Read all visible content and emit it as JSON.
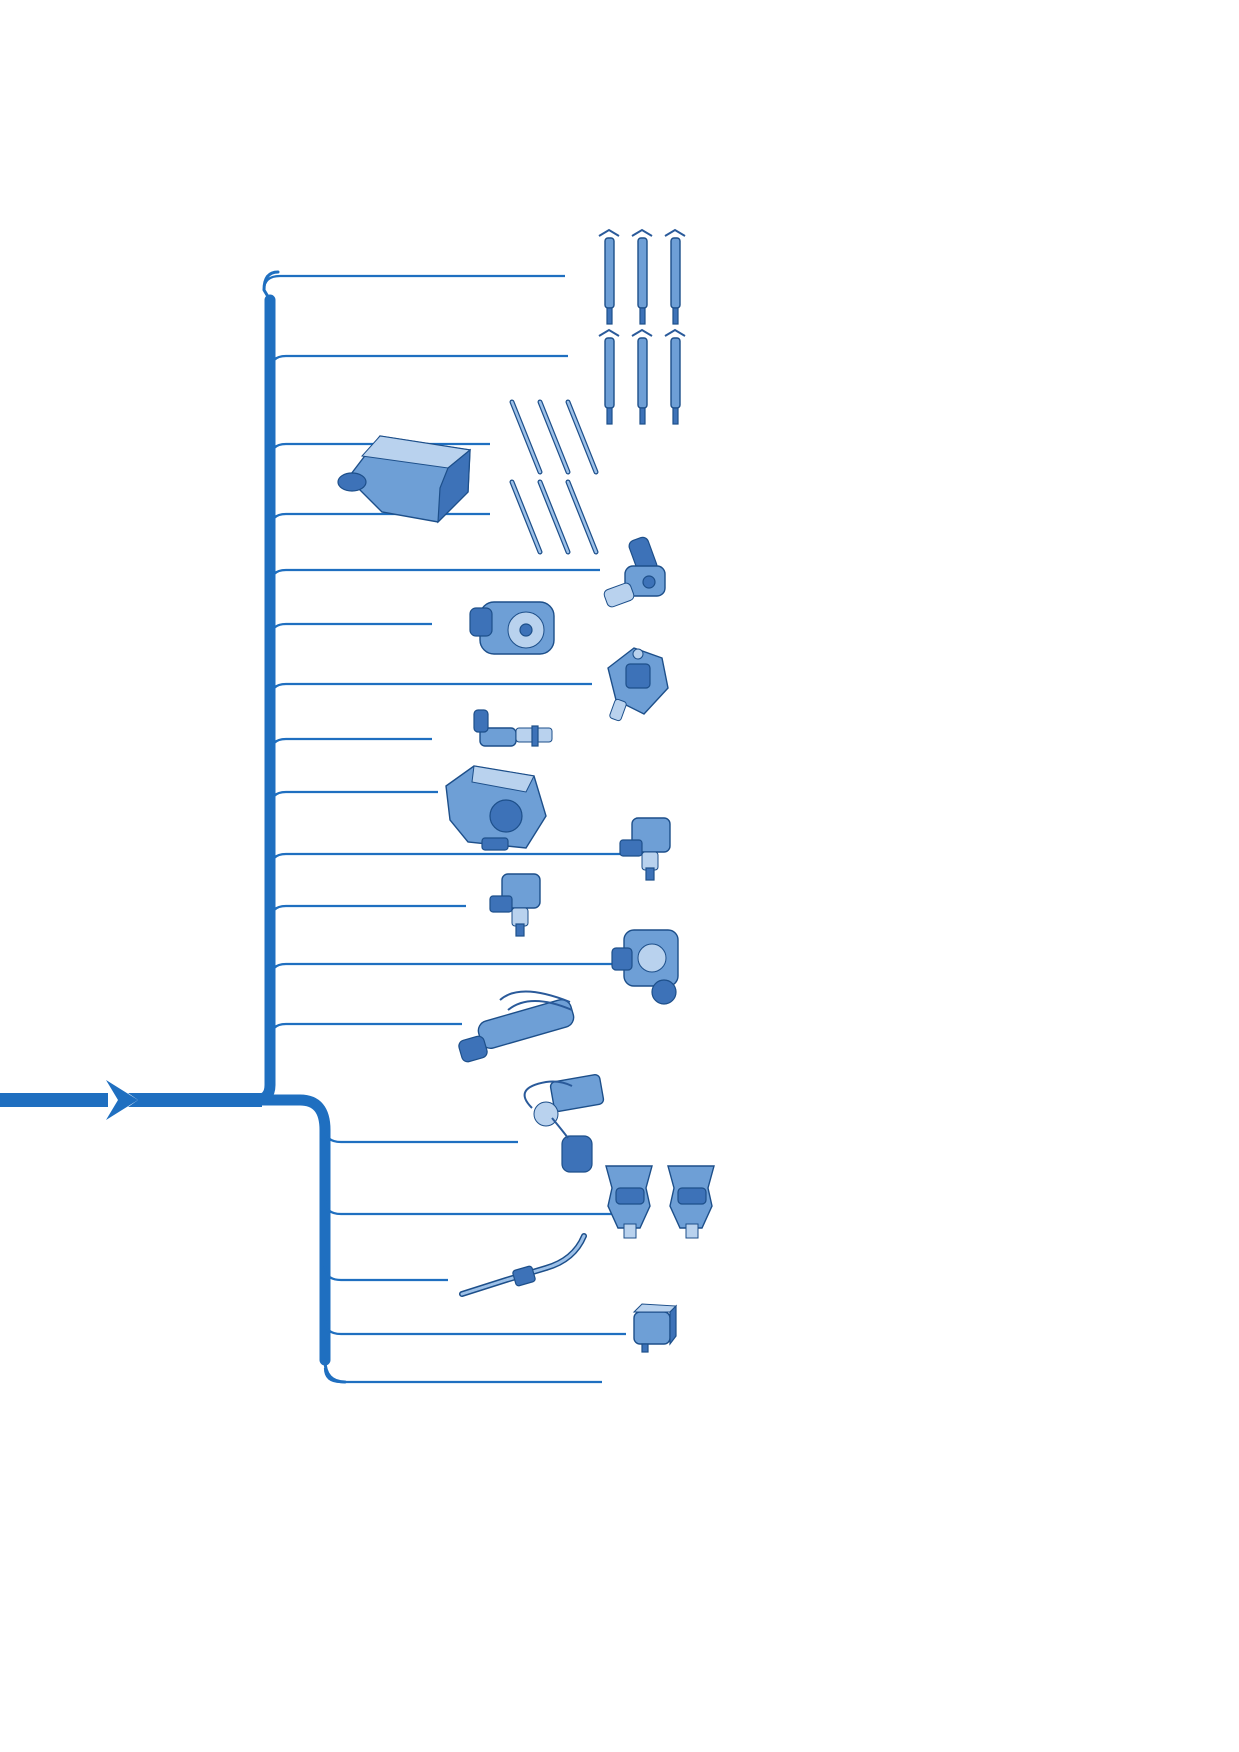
{
  "diagram": {
    "accent_color": "#1f6fc0",
    "part_color": "#6e9fd6",
    "part_outline_color": "#1d4f8a",
    "upper_group": {
      "branch_count": 14,
      "components": [
        "injector-bank-icon",
        "injector-bank-icon",
        "control-unit-icon",
        "glow-plug-set-icon",
        "glow-plug-set-icon",
        "solenoid-valve-icon",
        "throttle-body-icon",
        "high-pressure-pump-icon",
        "speed-sensor-icon",
        "egr-valve-icon",
        "pressure-sensor-icon",
        "pressure-sensor-icon",
        "actuator-module-icon",
        "glow-control-unit-icon"
      ]
    },
    "lower_group": {
      "branch_count": 5,
      "components": [
        "lambda-sensor-icon",
        "ignition-coil-pair-icon",
        "temperature-sensor-icon",
        "relay-icon",
        "none"
      ]
    }
  }
}
